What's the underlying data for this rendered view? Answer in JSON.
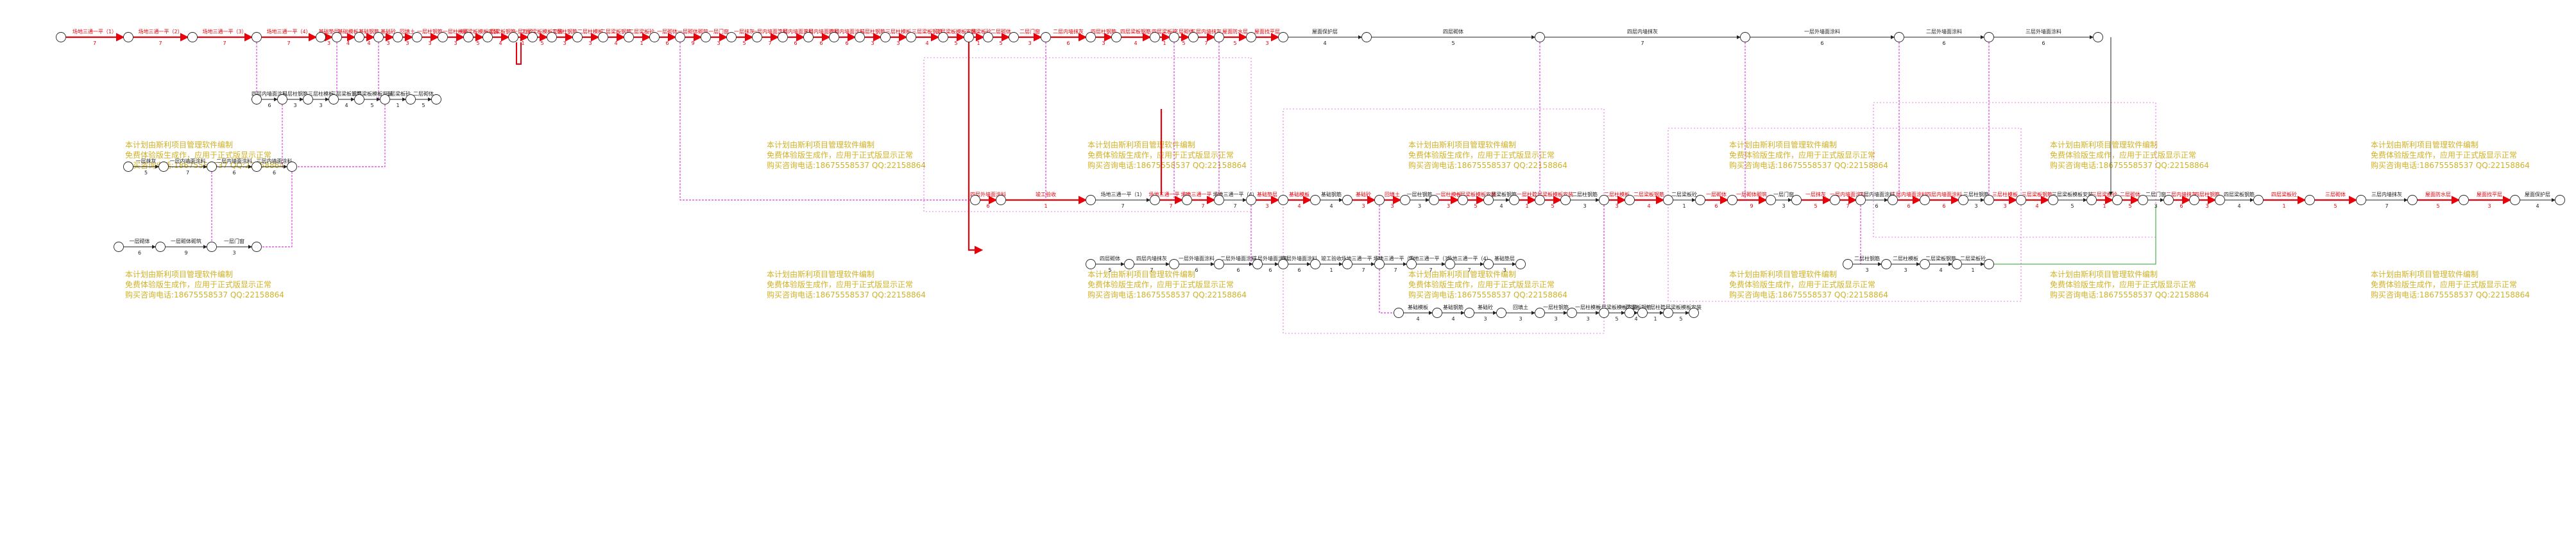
{
  "colors": {
    "critical": "#e8000b",
    "dummy": "#d400d4",
    "normal": "#222222",
    "free": "#2aa02a",
    "watermark": "#c8a400"
  },
  "watermark": {
    "line1": "本计划由斯利项目管理软件编制",
    "line2": "免费体验版生成作，应用于正式版显示正常",
    "line3": "购买咨询电话:18675558537 QQ:22158864"
  },
  "activities": [
    {
      "label": "场地三通一平（1）",
      "dur": "7"
    },
    {
      "label": "场地三通一平（2）",
      "dur": "7"
    },
    {
      "label": "场地三通一平（3）",
      "dur": "7"
    },
    {
      "label": "场地三通一平（4）",
      "dur": "7"
    },
    {
      "label": "基础垫层",
      "dur": "3"
    },
    {
      "label": "基础模板",
      "dur": "4"
    },
    {
      "label": "基础钢筋",
      "dur": "4"
    },
    {
      "label": "基础砼",
      "dur": "3"
    },
    {
      "label": "回填土",
      "dur": "3"
    },
    {
      "label": "一层柱钢筋",
      "dur": "3"
    },
    {
      "label": "一层柱模板",
      "dur": "3"
    },
    {
      "label": "一层梁板模板安装",
      "dur": "5"
    },
    {
      "label": "一层梁板钢筋",
      "dur": "4"
    },
    {
      "label": "一层柱砼",
      "dur": "1"
    },
    {
      "label": "二层梁板模板安装",
      "dur": "5"
    },
    {
      "label": "二层柱钢筋",
      "dur": "3"
    },
    {
      "label": "二层柱模板",
      "dur": "3"
    },
    {
      "label": "二层梁板钢筋",
      "dur": "4"
    },
    {
      "label": "二层梁板砼",
      "dur": "1"
    },
    {
      "label": "一层砌体",
      "dur": "6"
    },
    {
      "label": "一层砌体砌筑",
      "dur": "9"
    },
    {
      "label": "一层门窗",
      "dur": "3"
    },
    {
      "label": "一层抹灰",
      "dur": "5"
    },
    {
      "label": "一层内墙面涂料",
      "dur": "7"
    },
    {
      "label": "二层内墙面涂料",
      "dur": "6"
    },
    {
      "label": "三层内墙面涂料",
      "dur": "6"
    },
    {
      "label": "四层内墙面涂料",
      "dur": "6"
    },
    {
      "label": "三层柱钢筋",
      "dur": "3"
    },
    {
      "label": "三层柱模板",
      "dur": "3"
    },
    {
      "label": "三层梁板钢筋",
      "dur": "4"
    },
    {
      "label": "三层梁板模板安装",
      "dur": "5"
    },
    {
      "label": "三层梁板砼",
      "dur": "1"
    },
    {
      "label": "二层砌体",
      "dur": "5"
    },
    {
      "label": "二层门窗",
      "dur": "3"
    },
    {
      "label": "二层内墙抹灰",
      "dur": "6"
    },
    {
      "label": "四层柱钢筋",
      "dur": "3"
    },
    {
      "label": "四层梁板钢筋",
      "dur": "4"
    },
    {
      "label": "四层梁板砼",
      "dur": "1"
    },
    {
      "label": "三层砌体",
      "dur": "5"
    },
    {
      "label": "三层内墙抹灰",
      "dur": "7"
    },
    {
      "label": "屋面防水层",
      "dur": "5"
    },
    {
      "label": "屋面找平层",
      "dur": "3"
    },
    {
      "label": "屋面保护层",
      "dur": "4"
    },
    {
      "label": "四层砌体",
      "dur": "5"
    },
    {
      "label": "四层内墙抹灰",
      "dur": "7"
    },
    {
      "label": "一层外墙面涂料",
      "dur": "6"
    },
    {
      "label": "二层外墙面涂料",
      "dur": "6"
    },
    {
      "label": "三层外墙面涂料",
      "dur": "6"
    },
    {
      "label": "四层外墙面涂料",
      "dur": "6"
    },
    {
      "label": "竣工验收",
      "dur": "1"
    }
  ]
}
